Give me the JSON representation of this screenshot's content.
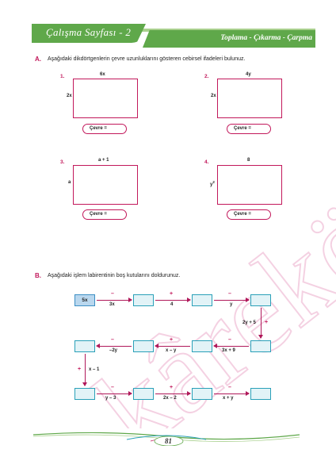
{
  "header": {
    "title": "Çalışma Sayfası - 2",
    "subtitle": "Toplama - Çıkarma - Çarpma",
    "colors": {
      "green": "#5fa84a",
      "light_green": "#a9d08e"
    }
  },
  "watermark": "kârekök",
  "sectionA": {
    "letter": "A.",
    "instruction": "Aşağıdaki dikdörtgenlerin çevre uzunluklarını gösteren cebirsel ifadeleri bulunuz.",
    "items": [
      {
        "num": "1.",
        "top": "6x",
        "side": "2x",
        "cevre": "Çevre ="
      },
      {
        "num": "2.",
        "top": "4y",
        "side": "2x",
        "cevre": "Çevre ="
      },
      {
        "num": "3.",
        "top": "a + 1",
        "side": "a",
        "cevre": "Çevre ="
      },
      {
        "num": "4.",
        "top": "8",
        "side_base": "y",
        "side_exp": "2",
        "cevre": "Çevre ="
      }
    ]
  },
  "sectionB": {
    "letter": "B.",
    "instruction": "Aşağıdaki işlem labirentinin boş kutularını doldurunuz.",
    "start_value": "5x",
    "row1": [
      {
        "op": "–",
        "term": "3x"
      },
      {
        "op": "+",
        "term": "4"
      },
      {
        "op": "–",
        "term": "y"
      }
    ],
    "down1": {
      "op": "+",
      "term": "2y + 5"
    },
    "row2": [
      {
        "op": "–",
        "term": "3x + 9"
      },
      {
        "op": "+",
        "term": "x – y"
      },
      {
        "op": "–",
        "term": "–2y"
      }
    ],
    "down2": {
      "op": "+",
      "term": "x – 1"
    },
    "row3": [
      {
        "op": "–",
        "term": "y – 3"
      },
      {
        "op": "+",
        "term": "2x – 2"
      },
      {
        "op": "–",
        "term": "x + y"
      }
    ],
    "colors": {
      "accent": "#c2185b",
      "box_border": "#2aa0b8",
      "box_fill": "#e2f3f7",
      "start_fill": "#b9d7ee"
    }
  },
  "footer": {
    "page_number": "81"
  }
}
